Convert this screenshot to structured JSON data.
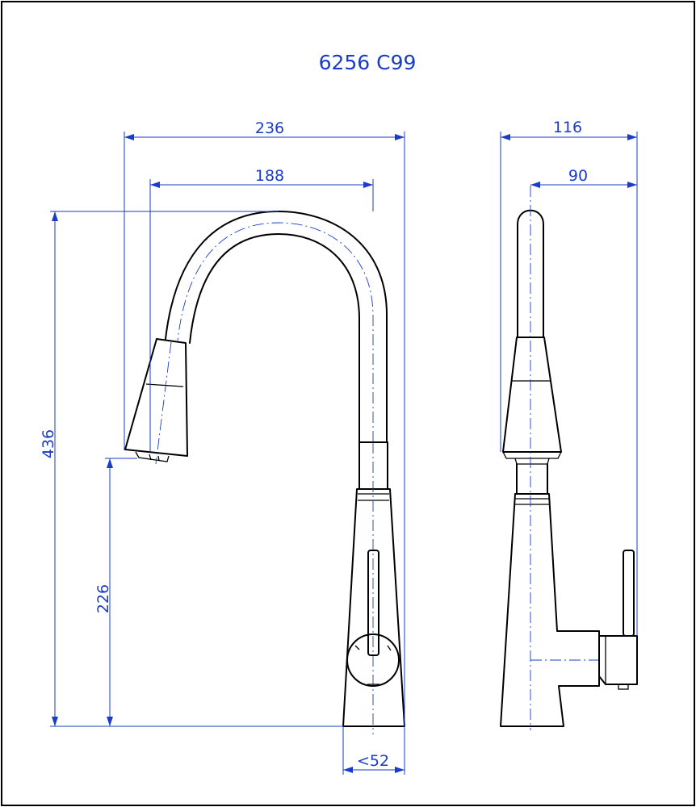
{
  "title": "6256 C99",
  "dimensions": {
    "front_total_width": "236",
    "front_spout_reach": "188",
    "front_total_height": "436",
    "front_outlet_height": "226",
    "front_base_diameter": "<52",
    "side_total_depth": "116",
    "side_handle_offset": "90"
  },
  "colors": {
    "dimension": "#1a3cc7",
    "outline": "#000000"
  }
}
